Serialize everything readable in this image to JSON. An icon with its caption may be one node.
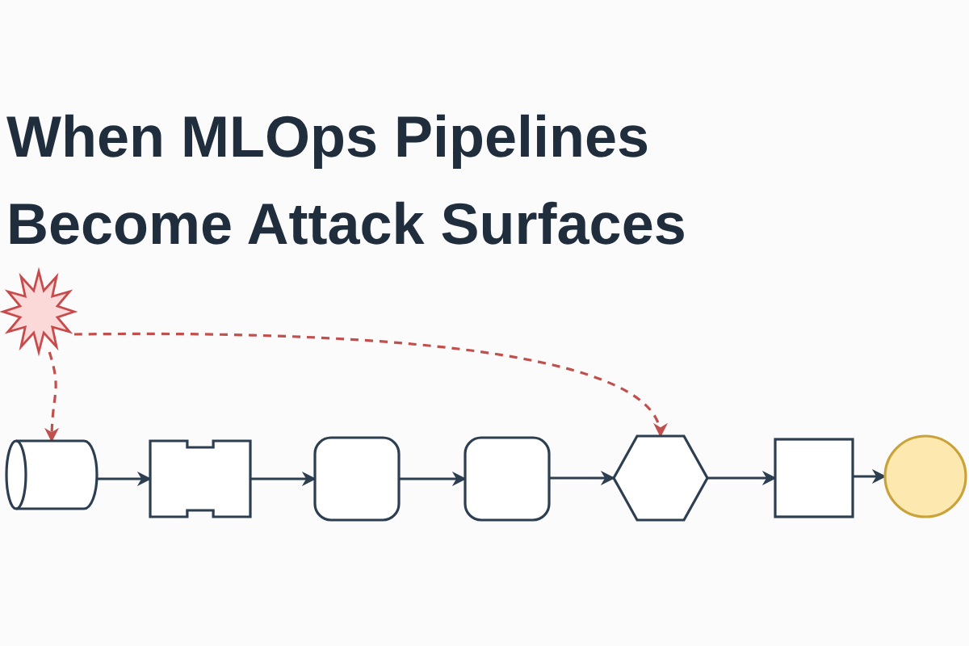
{
  "diagram": {
    "title": "When MLOps Pipelines Become Attack Surfaces",
    "nodes": [
      {
        "text": [],
        "shape": "star"
      },
      {
        "text": [],
        "shape": "cylinder"
      },
      {
        "text": [],
        "shape": "box"
      },
      {
        "text": [],
        "shape": "box"
      },
      {
        "text": [],
        "shape": "box"
      },
      {
        "text": [],
        "shape": "hexagon"
      },
      {
        "text": [],
        "shape": "box"
      },
      {
        "text": [],
        "shape": "circle"
      }
    ],
    "edges": [
      {
        "from": 0,
        "to": 1,
        "arrow": "to",
        "style": "dashed",
        "color": "#c0504d"
      },
      {
        "from": 0,
        "to": 5,
        "arrow": "to",
        "style": "dashed",
        "color": "#c0504d"
      },
      {
        "from": 1,
        "to": 2,
        "arrow": "to"
      },
      {
        "from": 2,
        "to": 3,
        "arrow": "to"
      },
      {
        "from": 3,
        "to": 4,
        "arrow": "to"
      },
      {
        "from": 4,
        "to": 5,
        "arrow": "to"
      },
      {
        "from": 5,
        "to": 6,
        "arrow": "to"
      },
      {
        "from": 6,
        "to": 7,
        "arrow": "to"
      }
    ]
  }
}
